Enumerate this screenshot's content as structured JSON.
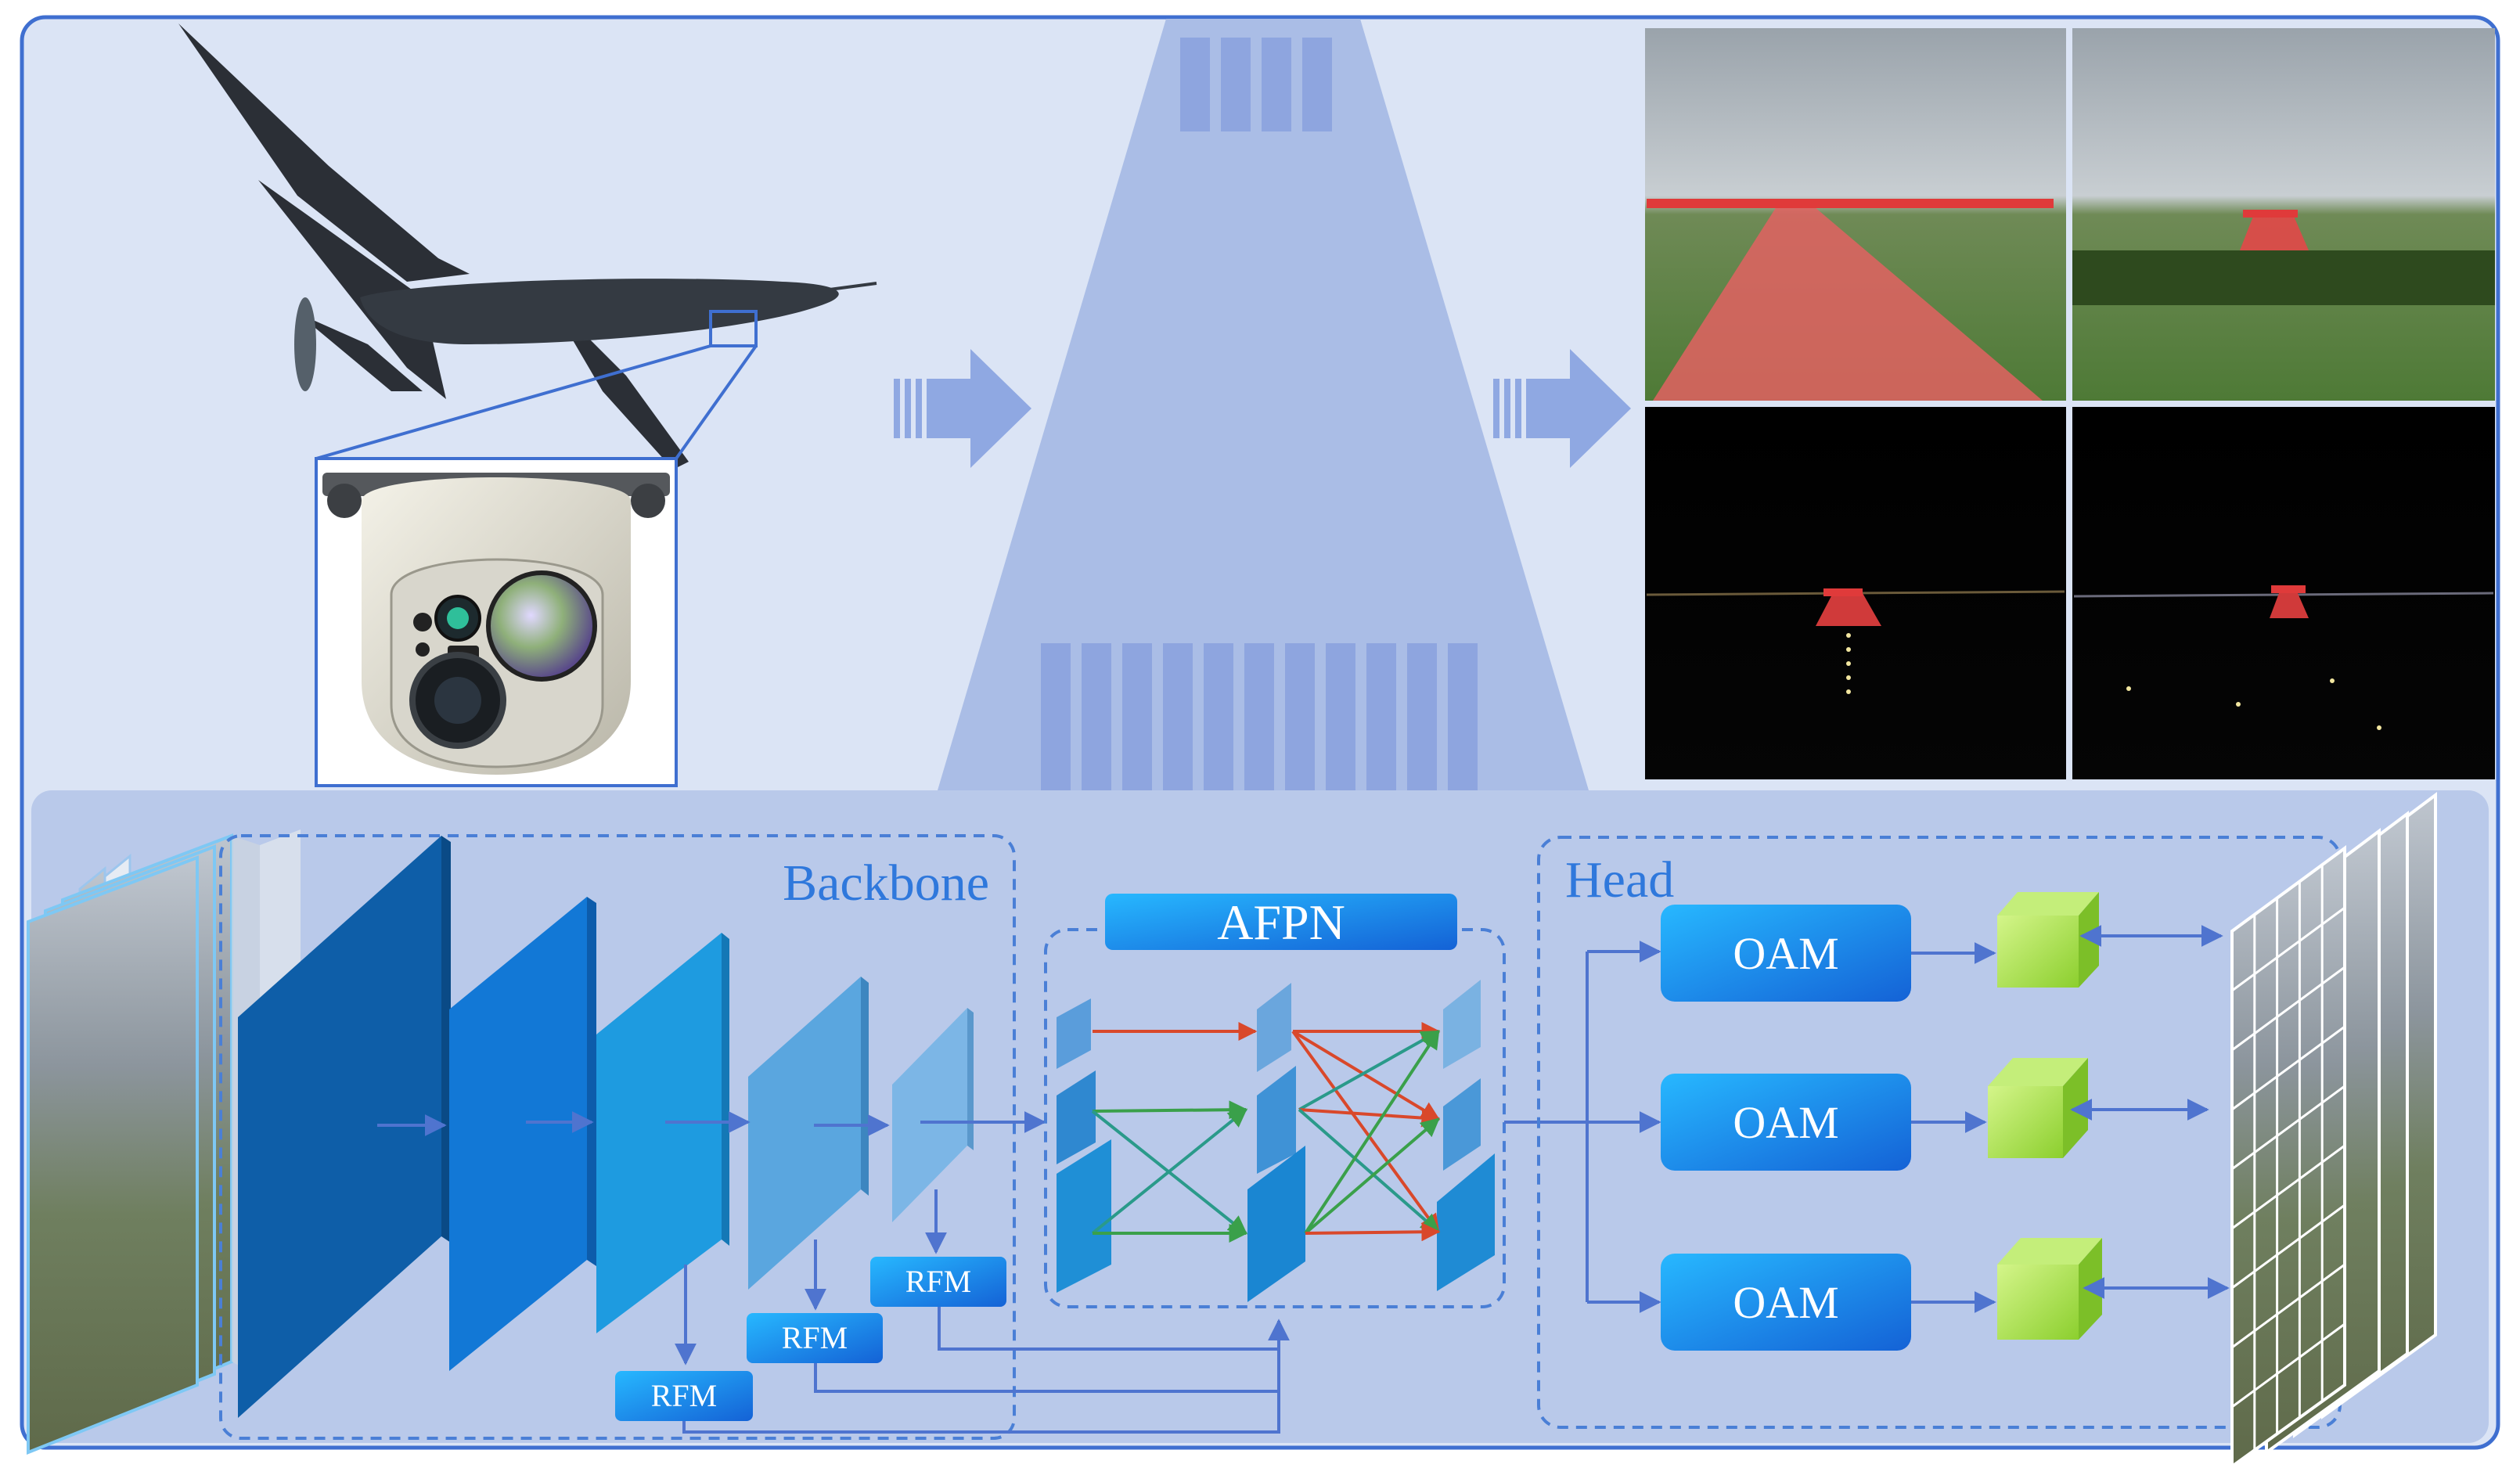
{
  "colors": {
    "panel_bg": "#dbe4f5",
    "lower_panel_bg": "#b9c9ea",
    "trapezoid": "#aabde6",
    "border": "#3f6fd0",
    "dashed": "#4a7fd6",
    "arrow": "#4f74cf",
    "module_blue": "#1a9ef0",
    "cube_green": "#a8e04a",
    "label_blue": "#2f78dc",
    "line_red": "#d9482b",
    "line_green": "#3aa04a",
    "line_teal": "#2a9a8a"
  },
  "icons": [
    "drone-image",
    "gimbal-camera-image",
    "flow-arrow-icon",
    "runway-detection-image",
    "input-frame-stack",
    "output-grid-stack"
  ],
  "labels": {
    "backbone": "Backbone",
    "afpn": "AFPN",
    "head": "Head",
    "rfm": "RFM",
    "oam": "OAM"
  }
}
